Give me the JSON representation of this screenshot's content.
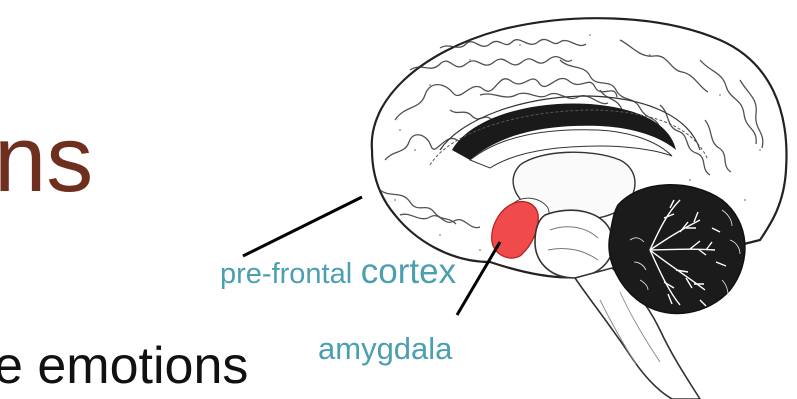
{
  "slide": {
    "title_fragment": "ns",
    "bullet_fragment": "e emotions"
  },
  "labels": {
    "prefrontal_prefix": "pre-frontal",
    "prefrontal_main": "cortex",
    "amygdala": "amygdala"
  },
  "colors": {
    "title": "#6e2f1f",
    "label": "#4aa0b0",
    "amygdala_highlight": "#f04a4a"
  }
}
